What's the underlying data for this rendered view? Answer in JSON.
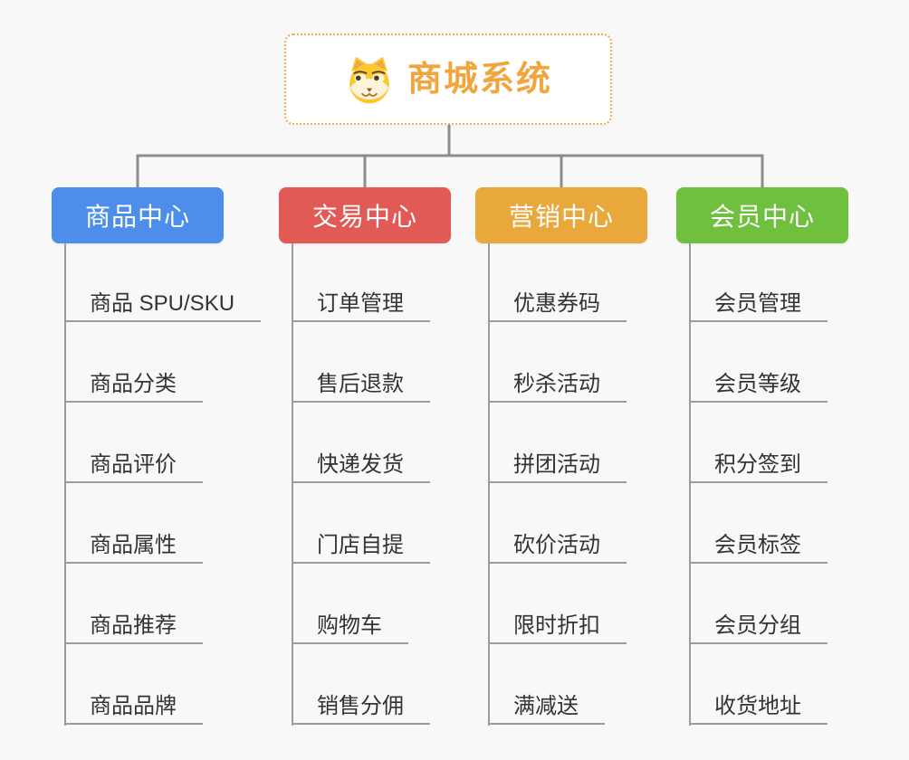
{
  "page": {
    "background": "#f8f8f8"
  },
  "root": {
    "title": "商城系统",
    "title_color": "#f0a63c",
    "border_color": "#eead55",
    "icon": "dog-face-icon"
  },
  "connector_color": "#8c8c8c",
  "underline_color": "#9c9c9c",
  "branches": [
    {
      "label": "商品中心",
      "color": "#4d8eec",
      "children": [
        "商品 SPU/SKU",
        "商品分类",
        "商品评价",
        "商品属性",
        "商品推荐",
        "商品品牌"
      ]
    },
    {
      "label": "交易中心",
      "color": "#e25a56",
      "children": [
        "订单管理",
        "售后退款",
        "快递发货",
        "门店自提",
        "购物车",
        "销售分佣"
      ]
    },
    {
      "label": "营销中心",
      "color": "#e9a83c",
      "children": [
        "优惠券码",
        "秒杀活动",
        "拼团活动",
        "砍价活动",
        "限时折扣",
        "满减送"
      ]
    },
    {
      "label": "会员中心",
      "color": "#6ec03e",
      "children": [
        "会员管理",
        "会员等级",
        "积分签到",
        "会员标签",
        "会员分组",
        "收货地址"
      ]
    }
  ]
}
